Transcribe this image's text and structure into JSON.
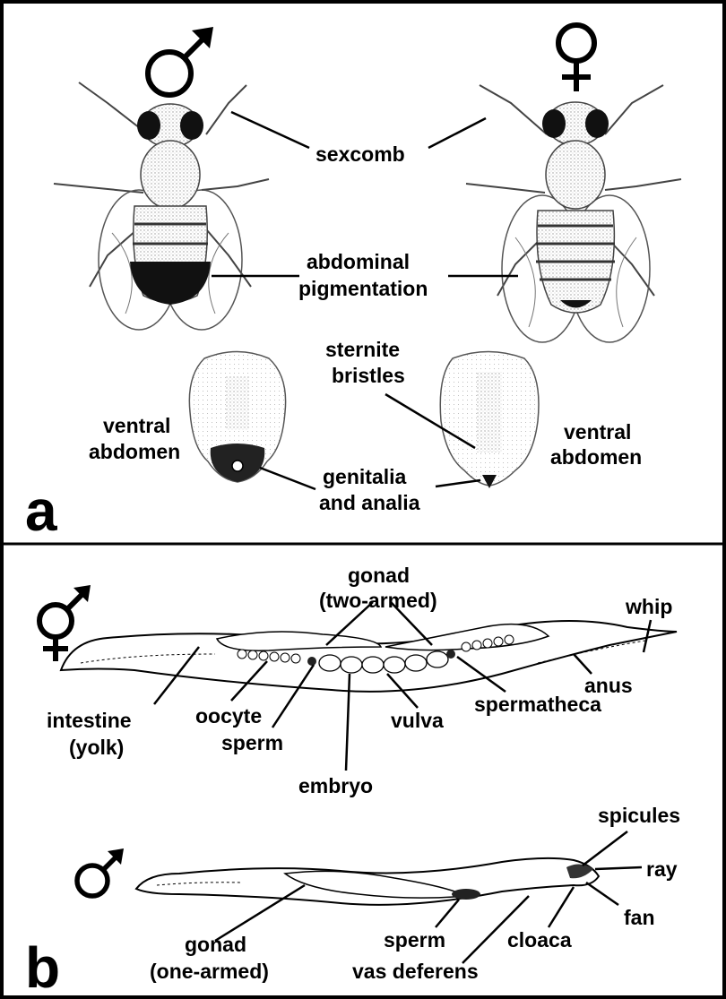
{
  "panel_a": {
    "letter": "a",
    "male_symbol": "♂",
    "female_symbol": "♀",
    "labels": {
      "sexcomb": "sexcomb",
      "abdominal_1": "abdominal",
      "abdominal_2": "pigmentation",
      "sternite_1": "sternite",
      "sternite_2": "bristles",
      "ventral_left_1": "ventral",
      "ventral_left_2": "abdomen",
      "ventral_right_1": "ventral",
      "ventral_right_2": "abdomen",
      "genitalia_1": "genitalia",
      "genitalia_2": "and analia"
    }
  },
  "panel_b": {
    "letter": "b",
    "herm_symbol": "⚥",
    "male_symbol": "♂",
    "labels": {
      "gonad_two_1": "gonad",
      "gonad_two_2": "(two-armed)",
      "whip": "whip",
      "anus": "anus",
      "intestine_1": "intestine",
      "intestine_2": "(yolk)",
      "oocyte": "oocyte",
      "sperm_top": "sperm",
      "vulva": "vulva",
      "spermatheca": "spermatheca",
      "embryo": "embryo",
      "spicules": "spicules",
      "ray": "ray",
      "fan": "fan",
      "gonad_one_1": "gonad",
      "gonad_one_2": "(one-armed)",
      "sperm_bottom": "sperm",
      "cloaca": "cloaca",
      "vas_deferens": "vas deferens"
    }
  }
}
